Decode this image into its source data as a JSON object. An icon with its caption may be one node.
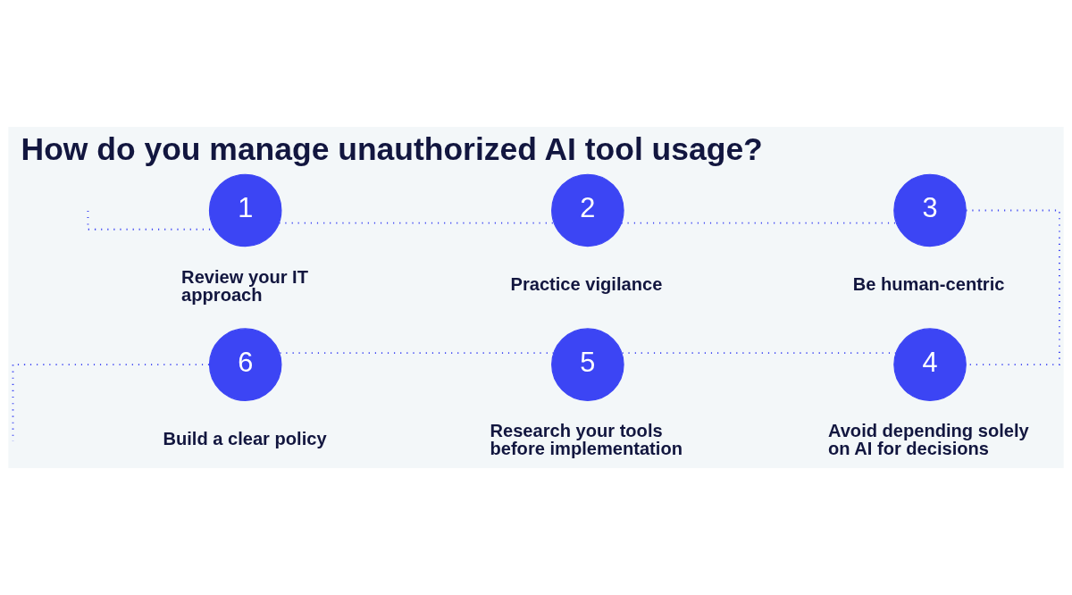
{
  "diagram": {
    "title": "How do you manage unauthorized AI tool usage?",
    "nodes": [
      {
        "text": [
          "1"
        ],
        "beside": [
          "Review your IT approach"
        ]
      },
      {
        "text": [
          "2"
        ],
        "beside": [
          "Practice vigilance"
        ]
      },
      {
        "text": [
          "3"
        ],
        "beside": [
          "Be human-centric"
        ]
      },
      {
        "text": [
          "4"
        ],
        "beside": [
          "Avoid depending solely on AI for decisions"
        ]
      },
      {
        "text": [
          "5"
        ],
        "beside": [
          "Research your tools before implementation"
        ]
      },
      {
        "text": [
          "6"
        ],
        "beside": [
          "Build a clear policy"
        ]
      }
    ],
    "edges": [
      {
        "from": null,
        "to": 0,
        "arrow": "none"
      },
      {
        "from": 0,
        "to": 1,
        "arrow": "none"
      },
      {
        "from": 1,
        "to": 2,
        "arrow": "none"
      },
      {
        "from": 2,
        "to": 3,
        "arrow": "none"
      },
      {
        "from": 3,
        "to": 4,
        "arrow": "none"
      },
      {
        "from": 4,
        "to": 5,
        "arrow": "none"
      },
      {
        "from": 5,
        "to": null,
        "arrow": "none"
      }
    ]
  }
}
